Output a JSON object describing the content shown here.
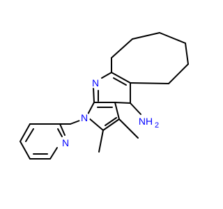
{
  "molecule": {
    "atoms": {
      "N_pyridine": {
        "symbol": "N",
        "color": "#0000ff"
      },
      "N_pyrrole": {
        "symbol": "N",
        "color": "#0000ff"
      },
      "N_ring": {
        "symbol": "N",
        "color": "#0000ff"
      },
      "NH2": {
        "symbol": "NH",
        "color": "#0000ff"
      },
      "NH2_subscript": {
        "symbol": "2",
        "color": "#0000ff"
      }
    },
    "bond_color": "#000000",
    "background": "#ffffff"
  }
}
